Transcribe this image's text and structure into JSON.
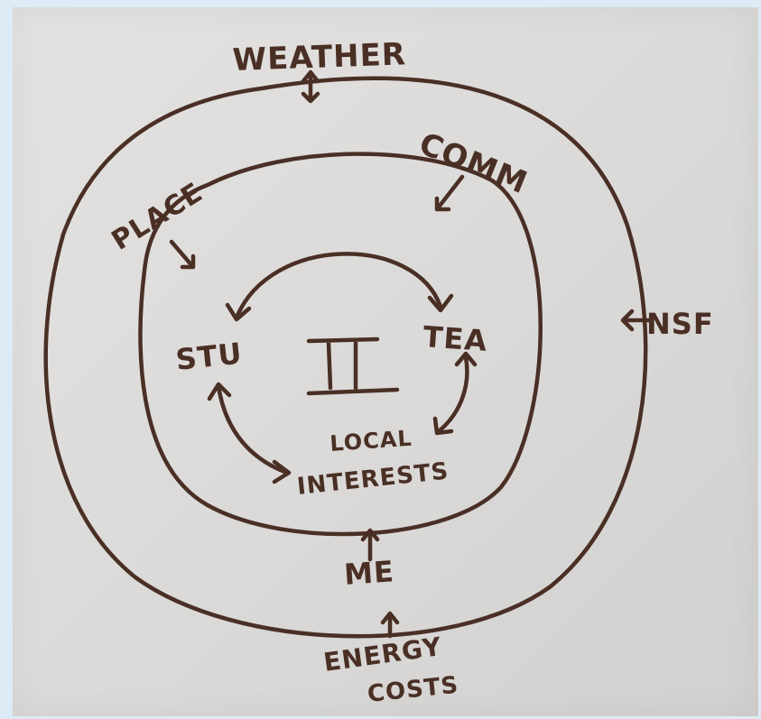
{
  "drawing": {
    "outer_ring": {
      "top_label": "WEATHER",
      "right_label": "NSF",
      "bottom_label_line1": "ENERGY",
      "bottom_label_line2": "COSTS"
    },
    "inner_ring": {
      "top_right_label": "COMM",
      "top_left_label": "PLACE",
      "bottom_label": "ME"
    },
    "center": {
      "symbol": "II",
      "left_node": "STU",
      "right_node": "TEA",
      "bottom_node_line1": "LOCAL",
      "bottom_node_line2": "INTERESTS"
    },
    "ink_color": "#4a2f25",
    "paper_color": "#dcdbd9"
  }
}
